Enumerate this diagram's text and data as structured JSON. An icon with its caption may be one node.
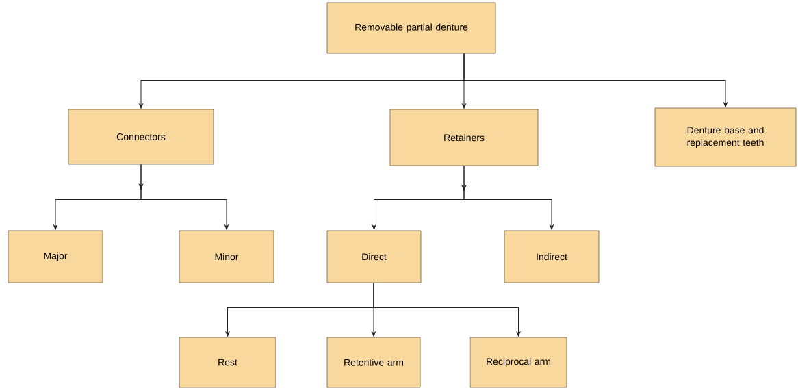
{
  "diagram": {
    "nodes": [
      {
        "text": [
          "Removable partial denture"
        ]
      },
      {
        "text": [
          "Connectors"
        ]
      },
      {
        "text": [
          "Retainers"
        ]
      },
      {
        "text": [
          "Denture base and replacement teeth"
        ]
      },
      {
        "text": [
          "Major"
        ]
      },
      {
        "text": [
          "Minor"
        ]
      },
      {
        "text": [
          "Direct"
        ]
      },
      {
        "text": [
          "Indirect"
        ]
      },
      {
        "text": [
          "Rest"
        ]
      },
      {
        "text": [
          "Retentive arm"
        ]
      },
      {
        "text": [
          "Reciprocal arm"
        ]
      }
    ],
    "edges": [
      {
        "from": 0,
        "to": 1,
        "arrow": "to"
      },
      {
        "from": 0,
        "to": 2,
        "arrow": "to"
      },
      {
        "from": 0,
        "to": 3,
        "arrow": "to"
      },
      {
        "from": 1,
        "to": 4,
        "arrow": "to"
      },
      {
        "from": 1,
        "to": 5,
        "arrow": "to"
      },
      {
        "from": 2,
        "to": 6,
        "arrow": "to"
      },
      {
        "from": 2,
        "to": 7,
        "arrow": "to"
      },
      {
        "from": 6,
        "to": 8,
        "arrow": "to"
      },
      {
        "from": 6,
        "to": 9,
        "arrow": "to"
      },
      {
        "from": 6,
        "to": 10,
        "arrow": "to"
      }
    ]
  }
}
